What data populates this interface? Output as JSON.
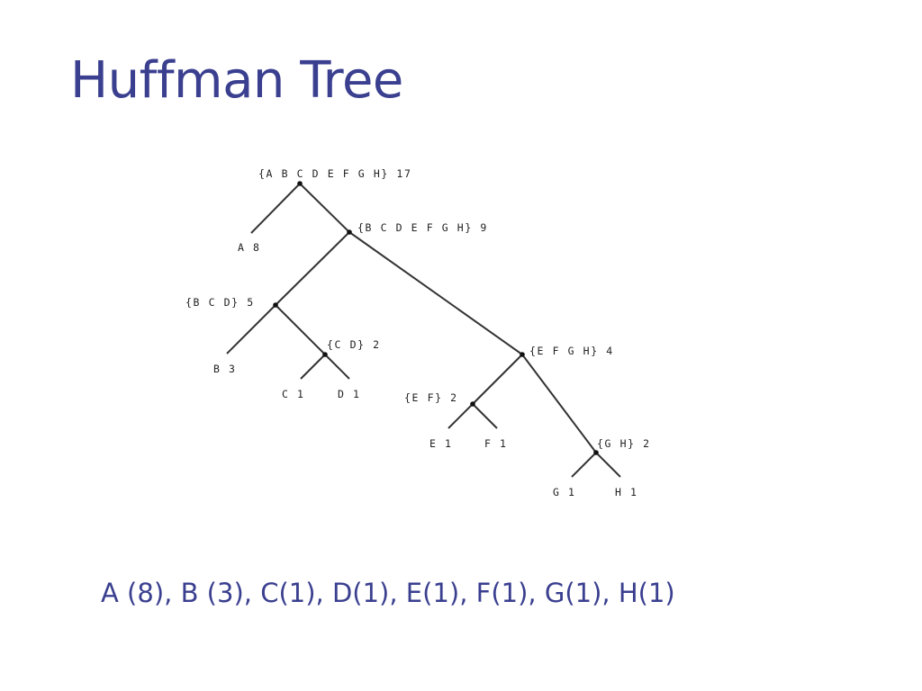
{
  "slide": {
    "title": "Huffman Tree",
    "frequencies": "A (8), B (3), C(1), D(1), E(1), F(1), G(1), H(1)"
  },
  "tree": {
    "nodes": {
      "root": "{A B C D E F G H} 17",
      "a": "A 8",
      "bcdefgh": "{B C D E F G H} 9",
      "bcd": "{B C D} 5",
      "b": "B 3",
      "cd": "{C D} 2",
      "c": "C 1",
      "d": "D 1",
      "efgh": "{E F G H} 4",
      "ef": "{E F} 2",
      "e": "E 1",
      "f": "F 1",
      "gh": "{G H} 2",
      "g": "G 1",
      "h": "H 1"
    }
  },
  "colors": {
    "title": "#3a3f8f",
    "edge": "#333333",
    "node": "#111111"
  }
}
